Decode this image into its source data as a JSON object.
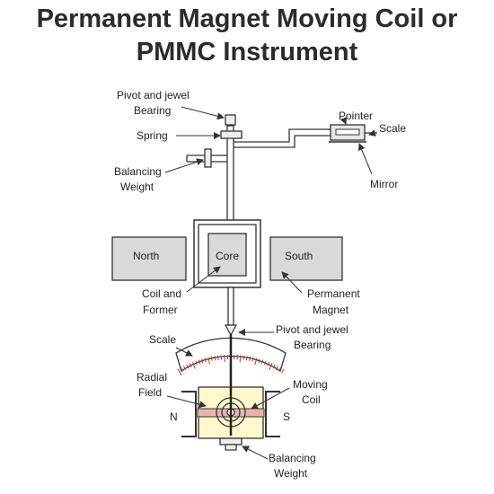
{
  "title": {
    "line1": "Permanent Magnet Moving Coil or",
    "line2": "PMMC Instrument"
  },
  "labels": {
    "pivot_top_1": "Pivot and jewel",
    "pivot_top_2": "Bearing",
    "spring": "Spring",
    "balancing_weight_top_1": "Balancing",
    "balancing_weight_top_2": "Weight",
    "pointer": "Pointer",
    "scale_top": "Scale",
    "mirror": "Mirror",
    "north": "North",
    "core": "Core",
    "south": "South",
    "coil_former_1": "Coil and",
    "coil_former_2": "Former",
    "permanent_magnet_1": "Permanent",
    "permanent_magnet_2": "Magnet",
    "pivot_bottom_1": "Pivot and jewel",
    "pivot_bottom_2": "Bearing",
    "scale_bottom": "Scale",
    "radial_field_1": "Radial",
    "radial_field_2": "Field",
    "moving_coil_1": "Moving",
    "moving_coil_2": "Coil",
    "n_pole": "N",
    "s_pole": "S",
    "balancing_weight_bottom_1": "Balancing",
    "balancing_weight_bottom_2": "Weight"
  },
  "colors": {
    "magnet_fill": "#d9d9d9",
    "coil_box_fill": "#fff8cc",
    "coil_strip_fill": "#e8b4ad",
    "scale_tick": "#c0392b",
    "line": "#333333"
  }
}
